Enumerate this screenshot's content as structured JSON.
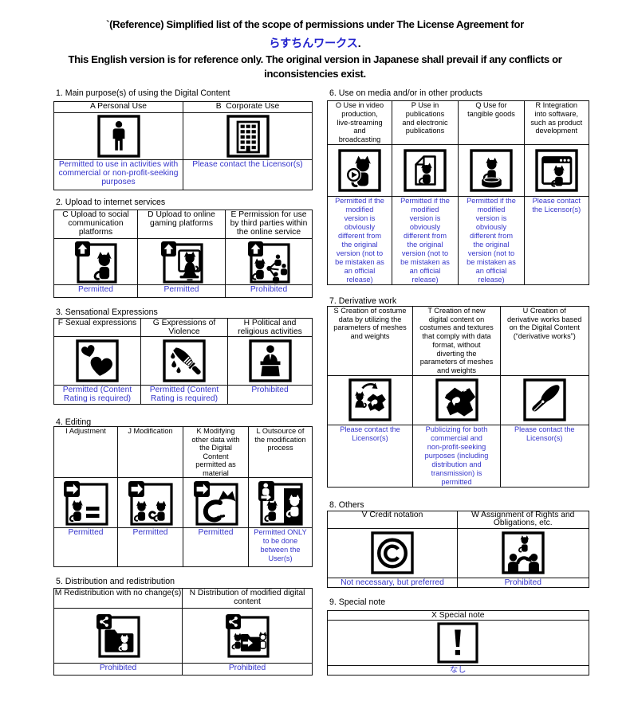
{
  "title": {
    "line1": "`(Reference) Simplified list of the scope of permissions under The License Agreement for",
    "brand": "らすちんワークス",
    "brand_suffix": ".",
    "line3": "This English version is for reference only. The original version in Japanese shall prevail if any conflicts or",
    "line4": "inconsistencies exist."
  },
  "colors": {
    "status_blue": "#3434cb",
    "brand_blue": "#2323cd",
    "border_black": "#111111",
    "icon_black": "#000000"
  },
  "sections": [
    {
      "label": "1. Main purpose(s) of using the Digital Content",
      "cells": [
        {
          "header": "A Personal Use",
          "icon": "person-icon",
          "status": "Permitted to use in activities with\ncommercial or non-profit-seeking\npurposes"
        },
        {
          "header": "B  Corporate Use",
          "icon": "building-icon",
          "status": "Please contact the Licensor(s)"
        }
      ]
    },
    {
      "label": "2. Upload to internet services",
      "cells": [
        {
          "header": "C Upload to social\ncommunication\nplatforms",
          "icon": "upload-social-icon",
          "status": "Permitted"
        },
        {
          "header": "D Upload to online\ngaming platforms",
          "icon": "upload-gaming-icon",
          "status": "Permitted"
        },
        {
          "header": "E Permission for use\nby third parties within\nthe online service",
          "icon": "third-party-use-icon",
          "status": "Prohibited"
        }
      ]
    },
    {
      "label": "3. Sensational Expressions",
      "cells": [
        {
          "header": "F Sexual expressions",
          "icon": "hearts-icon",
          "status": "Permitted (Content\nRating is required)"
        },
        {
          "header": "G Expressions of\nViolence",
          "icon": "knife-icon",
          "status": "Permitted (Content\nRating is required)"
        },
        {
          "header": "H Political and\nreligious activities",
          "icon": "podium-icon",
          "status": "Prohibited"
        }
      ]
    },
    {
      "label": "4. Editing",
      "cells": [
        {
          "header": "I Adjustment",
          "icon": "adjustment-icon",
          "status": "Permitted"
        },
        {
          "header": "J Modification",
          "icon": "modification-icon",
          "status": "Permitted"
        },
        {
          "header": "K Modifying\nother data with\nthe Digital\nContent\npermitted as\nmaterial",
          "icon": "material-use-icon",
          "status": "Permitted"
        },
        {
          "header": "L Outsource of\nthe modification\nprocess",
          "icon": "outsource-icon",
          "status": "Permitted ONLY\nto be done\nbetween the\nUser(s)"
        }
      ]
    },
    {
      "label": "5. Distribution and redistribution",
      "cells": [
        {
          "header": "M Redistribution with no change(s)",
          "icon": "redistribution-icon",
          "status": "Prohibited"
        },
        {
          "header": "N Distribution of modified digital\ncontent",
          "icon": "modified-distribution-icon",
          "status": "Prohibited"
        }
      ]
    },
    {
      "label": "6. Use on media and/or in other products",
      "cells": [
        {
          "header": "O Use in video\nproduction,\nlive-streaming\nand\nbroadcasting",
          "icon": "video-production-icon",
          "status": "Permitted if the\nmodified\nversion is\nobviously\ndifferent from\nthe original\nversion (not to\nbe mistaken as\nan official\nrelease)"
        },
        {
          "header": "P Use in\npublications\nand electronic\npublications",
          "icon": "publication-icon",
          "status": "Permitted if the\nmodified\nversion is\nobviously\ndifferent from\nthe original\nversion (not to\nbe mistaken as\nan official\nrelease)"
        },
        {
          "header": "Q Use for\ntangible goods",
          "icon": "tangible-goods-icon",
          "status": "Permitted if the\nmodified\nversion is\nobviously\ndifferent from\nthe original\nversion (not to\nbe mistaken as\nan official\nrelease)"
        },
        {
          "header": "R Integration\ninto software,\nsuch as product\ndevelopment",
          "icon": "software-icon",
          "status": "Please contact\nthe Licensor(s)"
        }
      ]
    },
    {
      "label": "7. Derivative work",
      "cells": [
        {
          "header": "S Creation of costume\ndata by utilizing the\nparameters of meshes\nand weights",
          "icon": "costume-data-icon",
          "status": "Please contact the\nLicensor(s)"
        },
        {
          "header": "T Creation of new\ndigital content on\ncostumes and textures\nthat comply with data\nformat, without\ndiverting the\nparameters of meshes\nand weights",
          "icon": "texture-creation-icon",
          "status": "Publicizing for both\ncommercial and\nnon-profit-seeking\npurposes (including\ndistribution and\ntransmission) is\npermitted"
        },
        {
          "header": "U Creation of\nderivative works based\non the Digital Content\n(“derivative works”)",
          "icon": "pen-nib-icon",
          "status": "Please contact the\nLicensor(s)"
        }
      ]
    },
    {
      "label": "8. Others",
      "cells": [
        {
          "header": "V Credit notation",
          "icon": "copyright-icon",
          "status": "Not necessary, but preferred"
        },
        {
          "header": "W Assignment of Rights and\nObligations, etc.",
          "icon": "assignment-icon",
          "status": "Prohibited"
        }
      ]
    },
    {
      "label": "9. Special note",
      "cells": [
        {
          "header": "X Special note",
          "icon": "exclamation-icon",
          "status": "なし"
        }
      ]
    }
  ]
}
